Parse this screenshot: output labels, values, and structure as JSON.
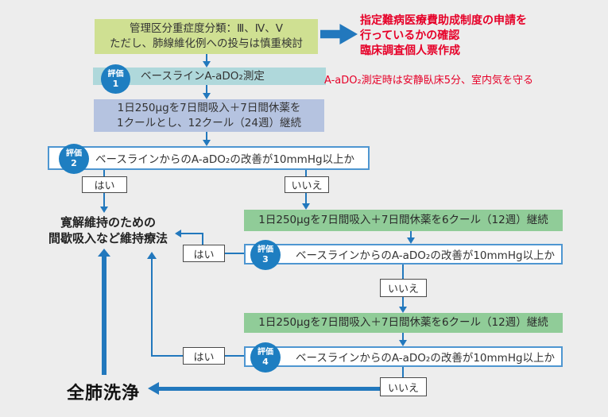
{
  "title_box": {
    "line1": "管理区分重症度分類：Ⅲ、Ⅳ、Ⅴ",
    "line2": "ただし、肺線維化例への投与は慎重検討"
  },
  "top_note": {
    "line1": "指定難病医療費助成制度の申請を",
    "line2": "行っているかの確認",
    "line3": "臨床調査個人票作成"
  },
  "eval_badge_label": "評価",
  "eval_numbers": {
    "e1": "1",
    "e2": "2",
    "e3": "3",
    "e4": "4"
  },
  "baseline_box": "ベースラインA-aDO₂測定",
  "measure_note": "A-aDO₂測定時は安静臥床5分、室内気を守る",
  "induction_box": {
    "line1": "1日250μgを7日間吸入＋7日間休薬を",
    "line2": "1クールとし、12クール（24週）継続"
  },
  "eval_question": "ベースラインからのA-aDO₂の改善が10mmHg以上か",
  "continuation_box": "1日250μgを7日間吸入＋7日間休薬を6クール（12週）継続",
  "labels": {
    "yes": "はい",
    "no": "いいえ"
  },
  "maintenance": {
    "line1": "寛解維持のための",
    "line2": "間歇吸入など維持療法"
  },
  "lavage": "全肺洗浄",
  "colors": {
    "accent_blue": "#2278bd",
    "badge_blue": "#1e7ec1",
    "box_yellow_green": "#cfe092",
    "box_teal": "#afd8db",
    "box_lavender": "#b5c3e0",
    "box_green": "#90cc98",
    "note_red": "#e60028",
    "background": "#ededed"
  }
}
